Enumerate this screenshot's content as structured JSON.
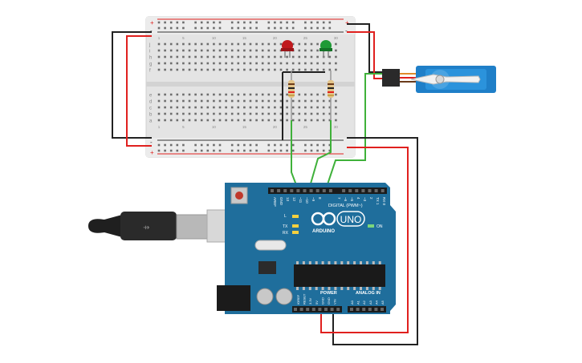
{
  "board": {
    "brand": "ARDUINO",
    "model": "UNO",
    "digital_header": "DIGITAL (PWM~)",
    "power_header": "POWER",
    "analog_header": "ANALOG IN",
    "on_label": "ON",
    "l_label": "L",
    "tx_label": "TX",
    "rx_label": "RX",
    "aref_label": "AREF",
    "gnd_label": "GND",
    "pin13": "13",
    "pin12": "12",
    "pin11": "~11",
    "pin10": "~10",
    "pin9": "~9",
    "pin8": "8",
    "pin7": "7",
    "pin6": "~6",
    "pin5": "~5",
    "pin4": "4",
    "pin3": "~3",
    "pin2": "2",
    "pin1": "TX 1",
    "pin0": "RX 0",
    "ioref": "IOREF",
    "reset": "RESET",
    "v33": "3.3V",
    "v5": "5V",
    "gnd1": "GND",
    "gnd2": "GND",
    "vin": "VIN",
    "a0": "A0",
    "a1": "A1",
    "a2": "A2",
    "a3": "A3",
    "a4": "A4",
    "a5": "A5"
  },
  "breadboard": {
    "rows_top": [
      "j",
      "i",
      "h",
      "g",
      "f"
    ],
    "rows_bottom": [
      "e",
      "d",
      "c",
      "b",
      "a"
    ],
    "rail_plus": "+",
    "rail_minus": "-",
    "col_numbers": [
      "1",
      "",
      "",
      "",
      "5",
      "",
      "",
      "",
      "",
      "10",
      "",
      "",
      "",
      "",
      "15",
      "",
      "",
      "",
      "",
      "20",
      "",
      "",
      "",
      "",
      "25",
      "",
      "",
      "",
      "",
      "30"
    ]
  },
  "colors": {
    "board_blue": "#1f6e9c",
    "wire_red": "#e0201e",
    "wire_black": "#222222",
    "wire_green": "#3fb13a",
    "led_red": "#c0191d",
    "led_green": "#1e9a35",
    "servo_blue": "#1f7fc8"
  }
}
